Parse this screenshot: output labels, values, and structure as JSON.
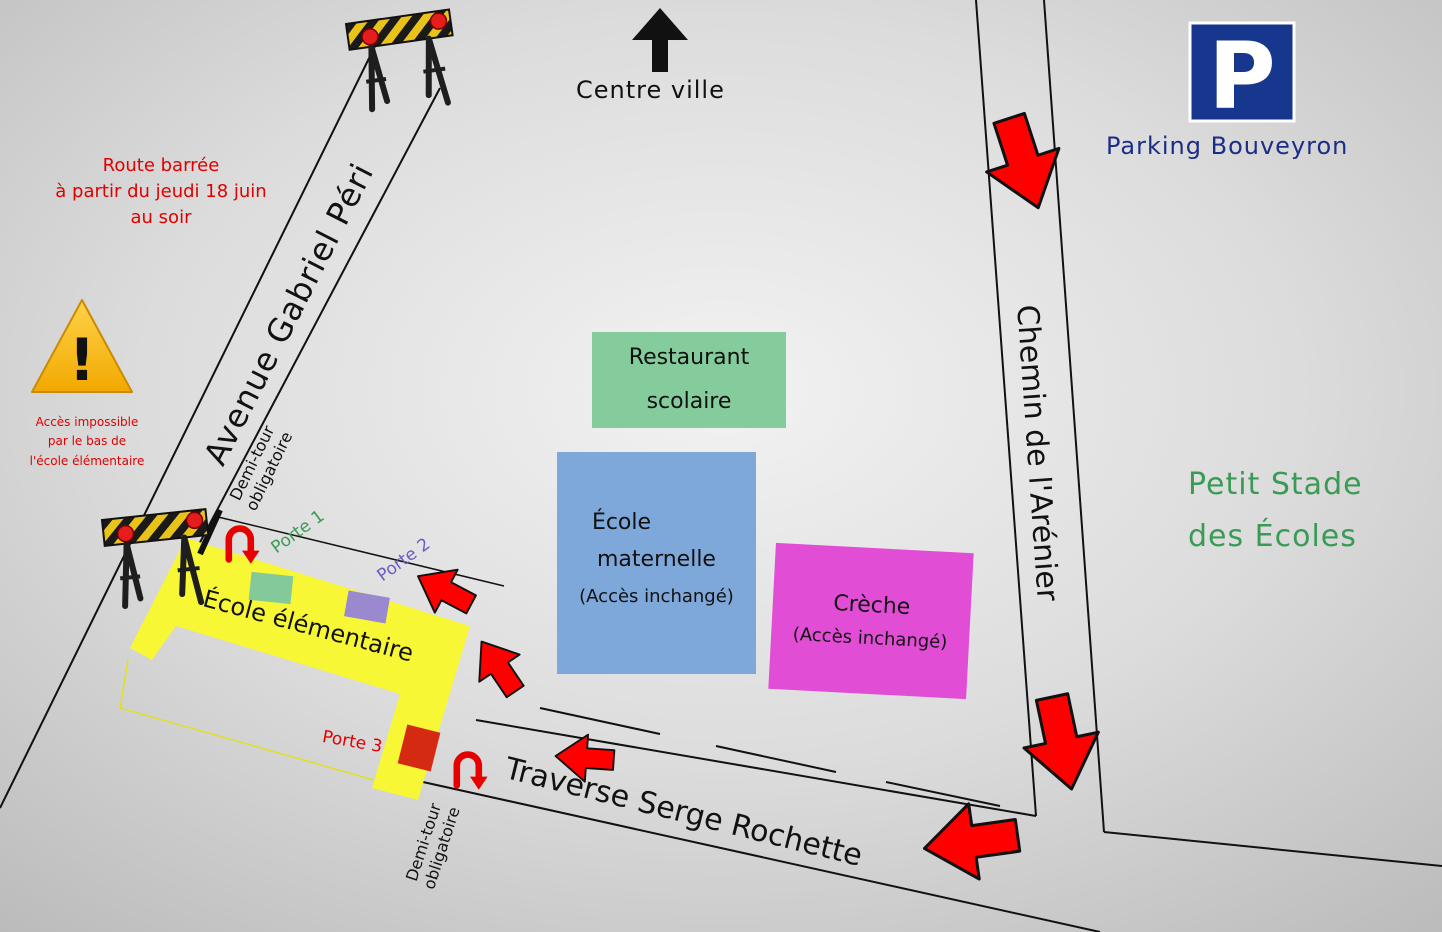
{
  "streets": {
    "avenue": "Avenue Gabriel Péri",
    "chemin": "Chemin de l'Arénier",
    "traverse": "Traverse Serge Rochette"
  },
  "direction": {
    "centre": "Centre ville"
  },
  "parking": {
    "letter": "P",
    "name": "Parking Bouveyron"
  },
  "stade": {
    "line1": "Petit Stade",
    "line2": "des Écoles"
  },
  "notice": {
    "line1": "Route barrée",
    "line2": "à partir du jeudi 18 juin",
    "line3": "au soir"
  },
  "warning": {
    "symbol": "!",
    "line1": "Accès impossible",
    "line2": "par le bas de",
    "line3": "l'école élémentaire"
  },
  "buildings": {
    "restaurant": {
      "line1": "Restaurant",
      "line2": "scolaire"
    },
    "maternelle": {
      "line1": "École",
      "line2": "maternelle",
      "line3": "(Accès inchangé)"
    },
    "creche": {
      "line1": "Crèche",
      "line2": "(Accès inchangé)"
    },
    "elementaire": {
      "label": "École élémentaire"
    }
  },
  "doors": {
    "porte1": "Porte 1",
    "porte2": "Porte 2",
    "porte3": "Porte 3"
  },
  "uturn": {
    "top": {
      "line1": "Demi-tour",
      "line2": "obligatoire"
    },
    "bottom": {
      "line1": "Demi-tour",
      "line2": "obligatoire"
    }
  },
  "icons": {
    "barrier": "road-barrier-icon",
    "warning": "warning-triangle-icon",
    "uturn": "u-turn-icon",
    "arrow": "traffic-arrow-icon",
    "parking": "parking-sign-icon"
  },
  "colors": {
    "background": "#d3d3d3",
    "restaurant": "#85cc9c",
    "maternelle": "#7ea7da",
    "creche": "#e24dd6",
    "elementaire": "#f7f736",
    "porte1": "#84c99a",
    "porte2": "#9a89cf",
    "porte3": "#d42a12",
    "arrow": "#ff0000",
    "alert_text": "#e00000",
    "stade_text": "#3a9b55",
    "parking_text": "#1c2d87",
    "parking_sign": "#16378d"
  }
}
